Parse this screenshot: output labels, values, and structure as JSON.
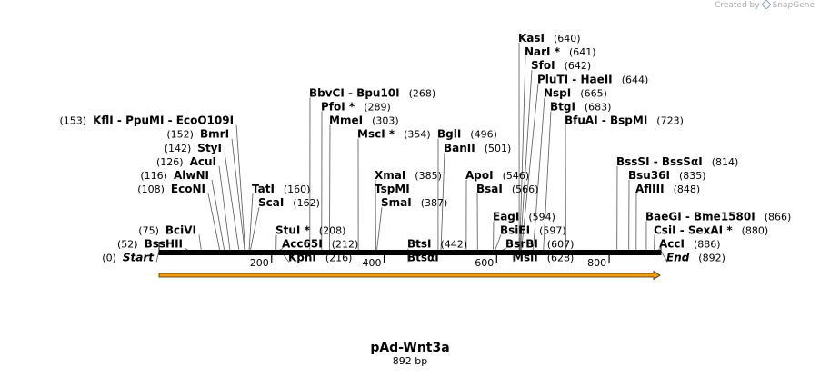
{
  "credit": {
    "prefix": "Created by",
    "brand": "SnapGene"
  },
  "sequence": {
    "name": "pAd-Wnt3a",
    "length_label": "892 bp",
    "length": 892
  },
  "ruler": {
    "ticks": [
      "200",
      "400",
      "600",
      "800"
    ],
    "tick_values": [
      200,
      400,
      600,
      800
    ]
  },
  "colors": {
    "backbone": "#000000",
    "arrow_fill": "#f39c12",
    "arrow_stroke": "#3a2a00",
    "leader": "#555555"
  },
  "sites": [
    {
      "row": 0,
      "names": [
        "KasI"
      ],
      "positions": [
        640
      ],
      "pos_label": "(640)",
      "side": "right"
    },
    {
      "row": 1,
      "names": [
        "NarI *"
      ],
      "positions": [
        641
      ],
      "pos_label": "(641)",
      "side": "right"
    },
    {
      "row": 2,
      "names": [
        "SfoI"
      ],
      "positions": [
        642
      ],
      "pos_label": "(642)",
      "side": "right"
    },
    {
      "row": 3,
      "names": [
        "PluTI",
        "HaeII"
      ],
      "positions": [
        644
      ],
      "pos_label": "(644)",
      "side": "right"
    },
    {
      "row": 4,
      "names": [
        "BbvCI",
        "Bpu10I"
      ],
      "positions": [
        268
      ],
      "pos_label": "(268)",
      "side": "right"
    },
    {
      "row": 4,
      "names": [
        "NspI"
      ],
      "positions": [
        665
      ],
      "pos_label": "(665)",
      "side": "right"
    },
    {
      "row": 5,
      "names": [
        "PfoI *"
      ],
      "positions": [
        289
      ],
      "pos_label": "(289)",
      "side": "right"
    },
    {
      "row": 5,
      "names": [
        "BtgI"
      ],
      "positions": [
        683
      ],
      "pos_label": "(683)",
      "side": "right"
    },
    {
      "row": 6,
      "names": [
        "MmeI"
      ],
      "positions": [
        303
      ],
      "pos_label": "(303)",
      "side": "right"
    },
    {
      "row": 6,
      "names": [
        "KflI",
        "PpuMI",
        "EcoO109I"
      ],
      "positions": [
        153
      ],
      "pos_label": "(153)",
      "side": "left"
    },
    {
      "row": 6,
      "names": [
        "BfuAI",
        "BspMI"
      ],
      "positions": [
        723
      ],
      "pos_label": "(723)",
      "side": "right"
    },
    {
      "row": 7,
      "names": [
        "BmrI"
      ],
      "positions": [
        152
      ],
      "pos_label": "(152)",
      "side": "left"
    },
    {
      "row": 7,
      "names": [
        "MscI *"
      ],
      "positions": [
        354
      ],
      "pos_label": "(354)",
      "side": "right"
    },
    {
      "row": 7,
      "names": [
        "BglI"
      ],
      "positions": [
        496
      ],
      "pos_label": "(496)",
      "side": "right"
    },
    {
      "row": 8,
      "names": [
        "StyI"
      ],
      "positions": [
        142
      ],
      "pos_label": "(142)",
      "side": "left"
    },
    {
      "row": 8,
      "names": [
        "BanII"
      ],
      "positions": [
        501
      ],
      "pos_label": "(501)",
      "side": "right"
    },
    {
      "row": 9,
      "names": [
        "AcuI"
      ],
      "positions": [
        126
      ],
      "pos_label": "(126)",
      "side": "left"
    },
    {
      "row": 9,
      "names": [
        "BssSI",
        "BssSαI"
      ],
      "positions": [
        814
      ],
      "pos_label": "(814)",
      "side": "right"
    },
    {
      "row": 10,
      "names": [
        "XmaI"
      ],
      "positions": [
        385
      ],
      "pos_label": "(385)",
      "side": "right"
    },
    {
      "row": 10,
      "names": [
        "ApoI"
      ],
      "positions": [
        546
      ],
      "pos_label": "(546)",
      "side": "right"
    },
    {
      "row": 10,
      "names": [
        "AlwNI"
      ],
      "positions": [
        116
      ],
      "pos_label": "(116)",
      "side": "left"
    },
    {
      "row": 10,
      "names": [
        "Bsu36I"
      ],
      "positions": [
        835
      ],
      "pos_label": "(835)",
      "side": "right"
    },
    {
      "row": 11,
      "names": [
        "TatI"
      ],
      "positions": [
        160
      ],
      "pos_label": "(160)",
      "side": "right"
    },
    {
      "row": 11,
      "names": [
        "TspMI"
      ],
      "positions": [
        385
      ],
      "pos_label": "",
      "side": "right"
    },
    {
      "row": 11,
      "names": [
        "BsaI"
      ],
      "positions": [
        566
      ],
      "pos_label": "(566)",
      "side": "right"
    },
    {
      "row": 11,
      "names": [
        "EcoNI"
      ],
      "positions": [
        108
      ],
      "pos_label": "(108)",
      "side": "left"
    },
    {
      "row": 11,
      "names": [
        "AflIII"
      ],
      "positions": [
        848
      ],
      "pos_label": "(848)",
      "side": "right"
    },
    {
      "row": 12,
      "names": [
        "ScaI"
      ],
      "positions": [
        162
      ],
      "pos_label": "(162)",
      "side": "right"
    },
    {
      "row": 12,
      "names": [
        "SmaI"
      ],
      "positions": [
        387
      ],
      "pos_label": "(387)",
      "side": "right"
    },
    {
      "row": 13,
      "names": [
        "EagI"
      ],
      "positions": [
        594
      ],
      "pos_label": "(594)",
      "side": "right"
    },
    {
      "row": 13,
      "names": [
        "BaeGI",
        "Bme1580I"
      ],
      "positions": [
        866
      ],
      "pos_label": "(866)",
      "side": "right"
    },
    {
      "row": 14,
      "names": [
        "BciVI"
      ],
      "positions": [
        75
      ],
      "pos_label": "(75)",
      "side": "left"
    },
    {
      "row": 14,
      "names": [
        "StuI *"
      ],
      "positions": [
        208
      ],
      "pos_label": "(208)",
      "side": "right"
    },
    {
      "row": 14,
      "names": [
        "BsiEI"
      ],
      "positions": [
        597
      ],
      "pos_label": "(597)",
      "side": "right"
    },
    {
      "row": 14,
      "names": [
        "CsiI",
        "SexAI *"
      ],
      "positions": [
        880
      ],
      "pos_label": "(880)",
      "side": "right"
    },
    {
      "row": 15,
      "names": [
        "BssHII"
      ],
      "positions": [
        52
      ],
      "pos_label": "(52)",
      "side": "left"
    },
    {
      "row": 15,
      "names": [
        "Acc65I"
      ],
      "positions": [
        212
      ],
      "pos_label": "(212)",
      "side": "right"
    },
    {
      "row": 15,
      "names": [
        "BtsI"
      ],
      "positions": [
        442
      ],
      "pos_label": "(442)",
      "side": "right"
    },
    {
      "row": 15,
      "names": [
        "BsrBI"
      ],
      "positions": [
        607
      ],
      "pos_label": "(607)",
      "side": "right"
    },
    {
      "row": 15,
      "names": [
        "AccI"
      ],
      "positions": [
        886
      ],
      "pos_label": "(886)",
      "side": "right"
    },
    {
      "row": 16,
      "names": [
        "Start"
      ],
      "positions": [
        0
      ],
      "pos_label": "(0)",
      "side": "left",
      "italic": true
    },
    {
      "row": 16,
      "names": [
        "KpnI"
      ],
      "positions": [
        216
      ],
      "pos_label": "(216)",
      "side": "right"
    },
    {
      "row": 16,
      "names": [
        "BtsαI"
      ],
      "positions": [
        442
      ],
      "pos_label": "",
      "side": "right"
    },
    {
      "row": 16,
      "names": [
        "MslI"
      ],
      "positions": [
        628
      ],
      "pos_label": "(628)",
      "side": "right"
    },
    {
      "row": 16,
      "names": [
        "End"
      ],
      "positions": [
        892
      ],
      "pos_label": "(892)",
      "side": "right",
      "italic": true
    }
  ]
}
